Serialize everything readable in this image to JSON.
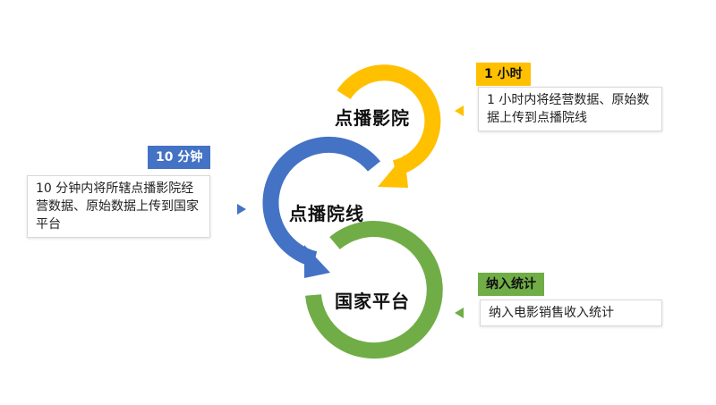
{
  "colors": {
    "yellow": "#ffc000",
    "blue": "#4472c4",
    "green": "#70ad47",
    "tag_yellow_bg": "#ffc000",
    "tag_blue_bg": "#4472c4",
    "tag_green_bg": "#70ad47"
  },
  "nodes": {
    "cinema": {
      "title": "点播影院"
    },
    "line": {
      "title": "点播院线"
    },
    "platform": {
      "title": "国家平台"
    }
  },
  "annotations": {
    "cinema": {
      "tag": "1 小时",
      "text": "1 小时内将经营数据、原始数据上传到点播院线"
    },
    "line": {
      "tag": "10 分钟",
      "text": "10 分钟内将所辖点播影院经营数据、原始数据上传到国家平台"
    },
    "platform": {
      "tag": "纳入统计",
      "text": "纳入电影销售收入统计"
    }
  }
}
